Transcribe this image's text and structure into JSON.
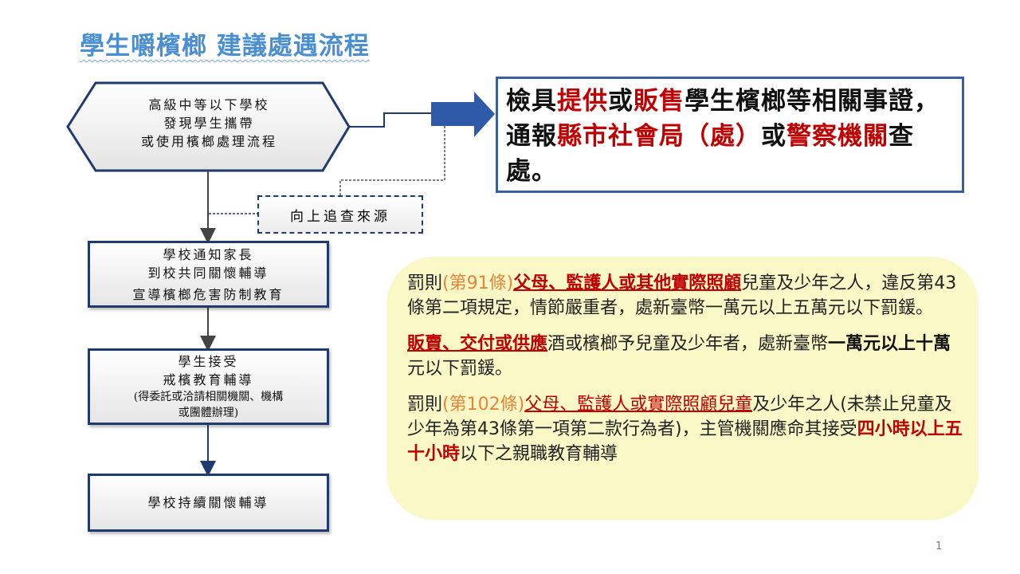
{
  "title": "學生嚼檳榔 建議處遇流程",
  "flow": {
    "start": [
      "高級中等以下學校",
      "發現學生攜帶",
      "或使用檳榔處理流程"
    ],
    "trace": "向上追查來源",
    "step2": [
      "學校通知家長",
      "到校共同關懷輔導",
      "宣導檳榔危害防制教育"
    ],
    "step3": [
      "學生接受",
      "戒檳教育輔導",
      "(得委託或洽請相關機關、機構",
      "或團體辦理)"
    ],
    "step4": "學校持續關懷輔導"
  },
  "report": {
    "t1": "檢具",
    "t2": "提供",
    "t3": "或",
    "t4": "販售",
    "t5": "學生檳榔等相關事證，通報",
    "t6": "縣市社會局（處）",
    "t7": "或",
    "t8": "警察機關",
    "t9": "查處。"
  },
  "penalties": {
    "p1": {
      "a": "罰則",
      "b": "(第91條)",
      "c": "父母、監護人或其他實際照顧",
      "d": "兒童及少年之人，違反第43條第二項規定，情節嚴重者，處新臺幣一萬元以上五萬元以下罰鍰。"
    },
    "p2": {
      "a": "販賣、交付或供應",
      "b": "酒或檳榔予兒童及少年者，處新臺幣",
      "c": "一萬元以上十萬",
      "d": "元以下罰鍰。"
    },
    "p3": {
      "a": "罰則",
      "b": "(第102條)",
      "c": "父母、監護人或實際照顧兒童",
      "d": "及少年之人(未禁止兒童及少年為第43條第一項第二款行為者)，主管機關應命其接受",
      "e": "四小時以上五十小時",
      "f": "以下之親職教育輔導"
    }
  },
  "page_number": "1",
  "colors": {
    "navy": "#1f3a6e",
    "arrow": "#2e5aa8",
    "red": "#c00000",
    "panel": "#fbf8c8",
    "title": "#4a8fd4"
  }
}
